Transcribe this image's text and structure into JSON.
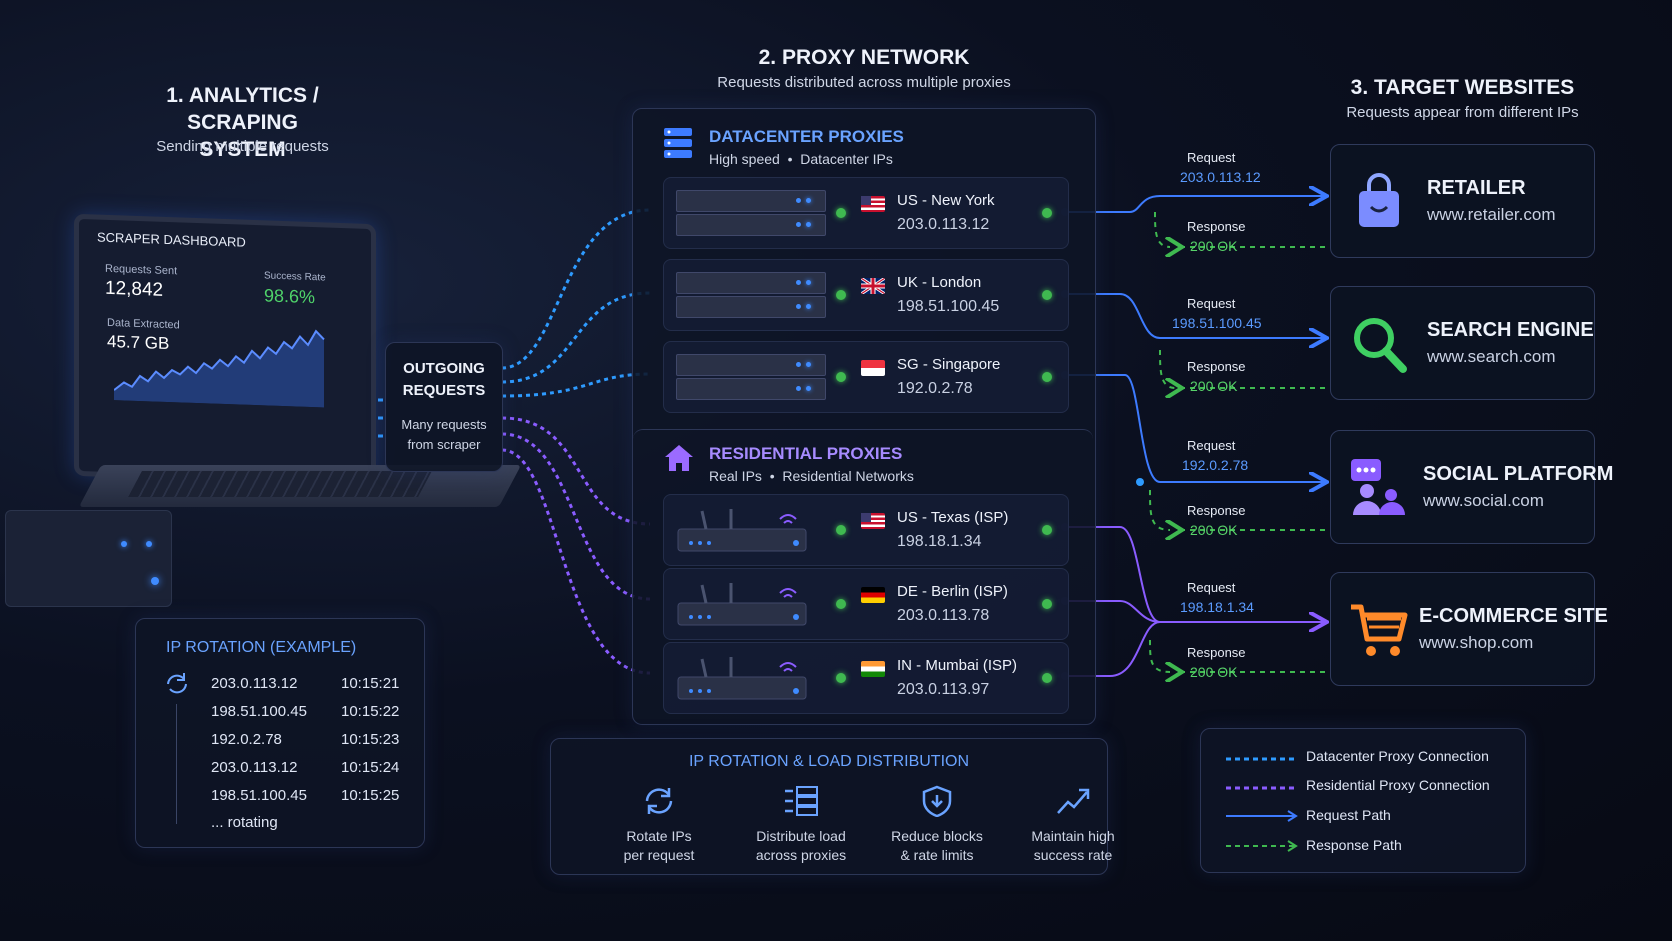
{
  "sections": {
    "scraper": {
      "title": "1. ANALYTICS / SCRAPING SYSTEM",
      "title_line1": "1. ANALYTICS / SCRAPING",
      "title_line2": "SYSTEM",
      "subtitle": "Sending multiple requests"
    },
    "proxy": {
      "title": "2. PROXY NETWORK",
      "subtitle": "Requests distributed across multiple proxies"
    },
    "targets": {
      "title": "3. TARGET WEBSITES",
      "subtitle": "Requests appear from different IPs"
    }
  },
  "dashboard": {
    "title": "SCRAPER DASHBOARD",
    "requests_label": "Requests Sent",
    "requests_value": "12,842",
    "success_label": "Success Rate",
    "success_value": "98.6%",
    "data_label": "Data Extracted",
    "data_value": "45.7 GB"
  },
  "outgoing": {
    "title_line1": "OUTGOING",
    "title_line2": "REQUESTS",
    "desc_line1": "Many requests",
    "desc_line2": "from scraper"
  },
  "datacenter": {
    "title": "DATACENTER PROXIES",
    "subtitle": "High speed  •  Datacenter IPs",
    "rows": [
      {
        "location": "US - New York",
        "ip": "203.0.113.12",
        "flag": "us"
      },
      {
        "location": "UK - London",
        "ip": "198.51.100.45",
        "flag": "uk"
      },
      {
        "location": "SG - Singapore",
        "ip": "192.0.2.78",
        "flag": "sg"
      }
    ]
  },
  "residential": {
    "title": "RESIDENTIAL PROXIES",
    "subtitle": "Real IPs  •  Residential Networks",
    "rows": [
      {
        "location": "US - Texas (ISP)",
        "ip": "198.18.1.34",
        "flag": "us"
      },
      {
        "location": "DE - Berlin (ISP)",
        "ip": "203.0.113.78",
        "flag": "de"
      },
      {
        "location": "IN - Mumbai (ISP)",
        "ip": "203.0.113.97",
        "flag": "in"
      }
    ]
  },
  "flows": [
    {
      "request_label": "Request",
      "request_ip": "203.0.113.12",
      "response_label": "Response",
      "response_status": "200 OK"
    },
    {
      "request_label": "Request",
      "request_ip": "198.51.100.45",
      "response_label": "Response",
      "response_status": "200 OK"
    },
    {
      "request_label": "Request",
      "request_ip": "192.0.2.78",
      "response_label": "Response",
      "response_status": "200 OK"
    },
    {
      "request_label": "Request",
      "request_ip": "198.18.1.34",
      "response_label": "Response",
      "response_status": "200 OK"
    }
  ],
  "targets": [
    {
      "name": "RETAILER",
      "url": "www.retailer.com",
      "icon": "shopping-bag-icon"
    },
    {
      "name": "SEARCH ENGINE",
      "url": "www.search.com",
      "icon": "magnifier-icon"
    },
    {
      "name": "SOCIAL PLATFORM",
      "url": "www.social.com",
      "icon": "users-chat-icon"
    },
    {
      "name": "E-COMMERCE SITE",
      "url": "www.shop.com",
      "icon": "shopping-cart-icon"
    }
  ],
  "rotation": {
    "title": "IP ROTATION (EXAMPLE)",
    "entries": [
      {
        "ip": "203.0.113.12",
        "time": "10:15:21"
      },
      {
        "ip": "198.51.100.45",
        "time": "10:15:22"
      },
      {
        "ip": "192.0.2.78",
        "time": "10:15:23"
      },
      {
        "ip": "203.0.113.12",
        "time": "10:15:24"
      },
      {
        "ip": "198.51.100.45",
        "time": "10:15:25"
      }
    ],
    "footer": "... rotating"
  },
  "load_distribution": {
    "title": "IP ROTATION & LOAD DISTRIBUTION",
    "features": [
      {
        "line1": "Rotate IPs",
        "line2": "per request",
        "icon": "rotate-icon"
      },
      {
        "line1": "Distribute load",
        "line2": "across proxies",
        "icon": "distribute-icon"
      },
      {
        "line1": "Reduce blocks",
        "line2": "& rate limits",
        "icon": "shield-icon"
      },
      {
        "line1": "Maintain high",
        "line2": "success rate",
        "icon": "trend-up-icon"
      }
    ]
  },
  "legend": [
    {
      "label": "Datacenter Proxy Connection"
    },
    {
      "label": "Residential Proxy Connection"
    },
    {
      "label": "Request Path"
    },
    {
      "label": "Response Path"
    }
  ],
  "colors": {
    "datacenter": "#2e9bff",
    "residential": "#8a5cff",
    "request": "#3d7bff",
    "response": "#3fb950",
    "accent_title": "#6aa3ff",
    "residential_title": "#a78bff"
  }
}
